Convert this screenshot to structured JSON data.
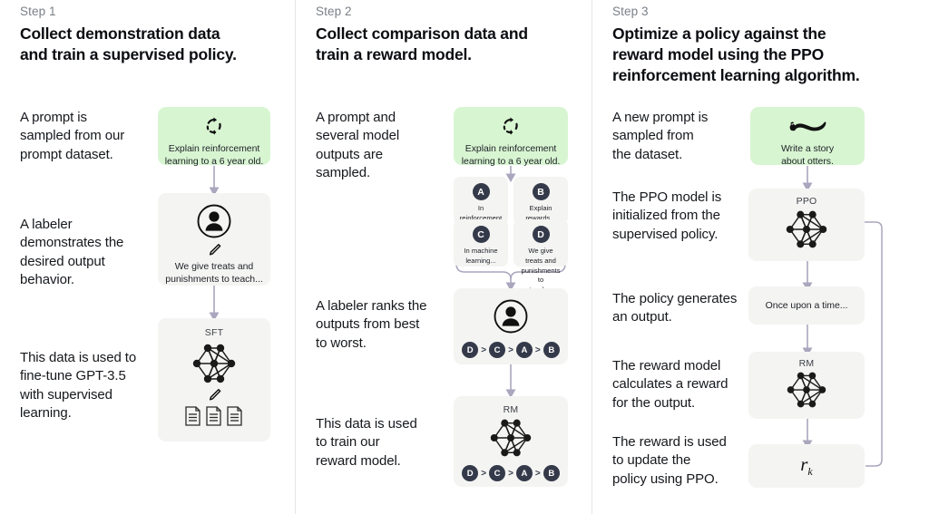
{
  "theme": {
    "background": "#ffffff",
    "card_gray": "#f4f4f2",
    "card_green": "#d8f5d2",
    "arrow": "#a9a6bd",
    "badge": "#343a4a",
    "divider": "#e6e6e6",
    "text": "#13161a",
    "muted_text": "#7a7f87"
  },
  "columns": [
    {
      "step_label": "Step 1",
      "title": "Collect demonstration data\nand train a supervised policy.",
      "captions": [
        "A prompt is\nsampled from our\nprompt dataset.",
        "A labeler\ndemonstrates the\ndesired output\nbehavior.",
        "This data is used to\nfine-tune GPT-3.5\nwith supervised\nlearning."
      ],
      "cards": [
        {
          "kind": "prompt",
          "icon": "refresh-cycle-icon",
          "text": "Explain reinforcement\nlearning to a 6 year old."
        },
        {
          "kind": "labeler",
          "icon": "person-icon",
          "sub_icon": "pencil-icon",
          "text": "We give treats and\npunishments to teach..."
        },
        {
          "kind": "model",
          "icon": "neural-network-icon",
          "title": "SFT",
          "sub_icon": "pencil-icon",
          "footer_icon": "documents-icon"
        }
      ]
    },
    {
      "step_label": "Step 2",
      "title": "Collect comparison data and\ntrain a reward model.",
      "captions": [
        "A prompt and\nseveral model\noutputs are\nsampled.",
        "A labeler ranks the\noutputs from best\nto worst.",
        "This data is used\nto train our\nreward model."
      ],
      "cards": [
        {
          "kind": "prompt",
          "icon": "refresh-cycle-icon",
          "text": "Explain reinforcement\nlearning to a 6 year old."
        },
        {
          "kind": "outputs",
          "items": [
            {
              "badge": "A",
              "text": "In reinforcement\nlearning, the\nagent is..."
            },
            {
              "badge": "B",
              "text": "Explain rewards..."
            },
            {
              "badge": "C",
              "text": "In machine\nlearning..."
            },
            {
              "badge": "D",
              "text": "We give treats and\npunishments to\nteach..."
            }
          ]
        },
        {
          "kind": "ranker",
          "icon": "person-icon",
          "ranking": [
            "D",
            "C",
            "A",
            "B"
          ]
        },
        {
          "kind": "model",
          "title": "RM",
          "icon": "neural-network-icon",
          "ranking": [
            "D",
            "C",
            "A",
            "B"
          ]
        }
      ]
    },
    {
      "step_label": "Step 3",
      "title": "Optimize a policy against the\nreward model using the PPO\nreinforcement learning algorithm.",
      "captions": [
        "A new prompt is\nsampled from\nthe dataset.",
        "The PPO model is\ninitialized from the\nsupervised policy.",
        "The policy generates\nan output.",
        "The reward model\ncalculates a reward\nfor the output.",
        "The reward is used\nto update the\npolicy using PPO."
      ],
      "cards": [
        {
          "kind": "prompt",
          "icon": "otter-icon",
          "text": "Write a story\nabout otters."
        },
        {
          "kind": "model",
          "title": "PPO",
          "icon": "neural-network-icon"
        },
        {
          "kind": "output",
          "text": "Once upon a time..."
        },
        {
          "kind": "model",
          "title": "RM",
          "icon": "neural-network-icon"
        },
        {
          "kind": "reward",
          "symbol": "r",
          "subscript": "k"
        }
      ]
    }
  ],
  "rank_separator": ">"
}
